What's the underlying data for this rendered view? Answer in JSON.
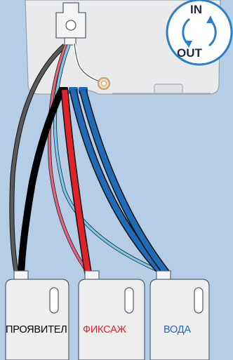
{
  "badge": {
    "in_label": "IN",
    "out_label": "OUT"
  },
  "containers": [
    {
      "label": "ПРОЯВИТЕЛ",
      "color": "#000000"
    },
    {
      "label": "ФИКСАЖ",
      "color": "#e0222a"
    },
    {
      "label": "ВОДА",
      "color": "#1f6bb5"
    }
  ],
  "colors": {
    "background": "#b6cde6",
    "device_body": "#e9eaeb",
    "tube_gray": "#5a5a5a",
    "tube_black": "#111111",
    "tube_pink": "#e0647a",
    "tube_red": "#e0222a",
    "tube_light_blue": "#7cc8ea",
    "tube_blue": "#1f6bb5",
    "badge_ring": "#2a7fc8"
  },
  "icons": [
    "in-out-cycle-icon",
    "sensor-button-icon"
  ]
}
